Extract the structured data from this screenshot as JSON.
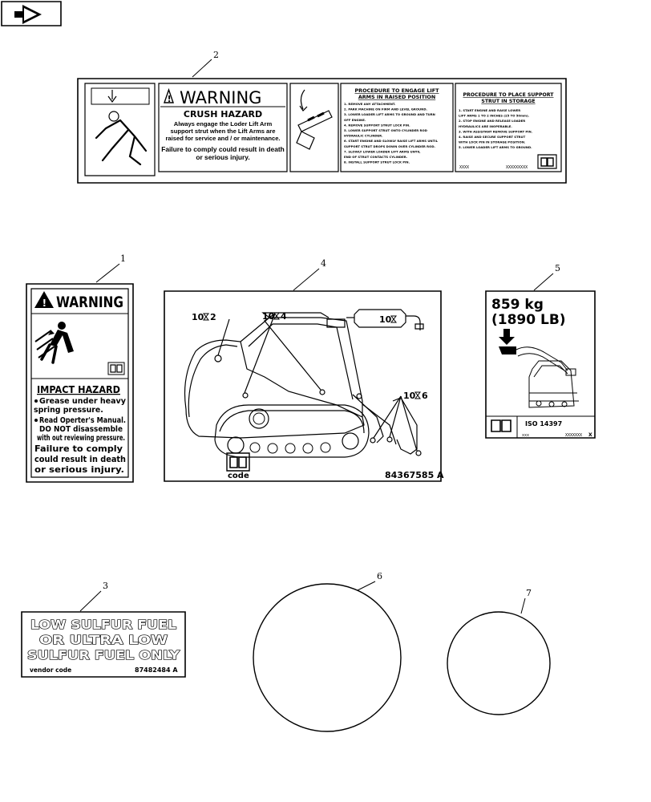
{
  "callouts": {
    "c1": "1",
    "c2": "2",
    "c3": "3",
    "c4": "4",
    "c5": "5",
    "c6": "6",
    "c7": "7"
  },
  "decal2": {
    "warning": "WARNING",
    "crush_hazard": "CRUSH HAZARD",
    "text_lines": [
      "Always engage the Loder Lift Arm",
      "support strut when the Lift Arms are",
      "raised for service and / or maintenance."
    ],
    "failure_lines": [
      "Failure to comply could result in death",
      "or serious injury."
    ],
    "panel4_title": [
      "PROCEDURE TO ENGAGE LIFT",
      "ARMS IN RAISED POSITION"
    ],
    "panel4_steps": [
      "1. REMOVE ANY ATTACHMENT.",
      "2. PARK MACHINE ON FIRM AND LEVEL GROUND.",
      "3. LOWER LOADER LIFT ARMS TO GROUND AND TURN",
      "   OFF ENGINE.",
      "4. REMOVE SUPPORT STRUT LOCK PIN.",
      "5. LOWER SUPPORT STRUT ONTO CYLINDER ROD",
      "   HYDRAULIC CYLINDER.",
      "6. START ENGINE AND SLOWLY RAISE LIFT ARMS UNTIL",
      "   SUPPORT STRUT DROPS DOWN OVER CYLINDER ROD.",
      "7. SLOWLY LOWER LOADER LIFT ARMS UNTIL",
      "   END OF STRUT CONTACTS CYLINDER.",
      "8. INSTALL SUPPORT STRUT LOCK PIN."
    ],
    "panel5_title": [
      "PROCEDURE TO PLACE SUPPORT",
      "STRUT IN STORAGE"
    ],
    "panel5_steps": [
      "1. START ENGINE AND RAISE LOWER",
      "   LIFT ARMS 1 TO 2 INCHES (25 TO 50mm).",
      "2. STOP ENGINE AND RELEASE LOADER",
      "   HYDRAULICS ARE INOPERABLE.",
      "3. WITH ASSISTANT REMOVE SUPPORT PIN.",
      "4. RAISE AND SECURE SUPPORT STRUT",
      "   WITH LOCK PIN IN STORAGE POSITION.",
      "5. LOWER LOADER LIFT ARMS TO GROUND."
    ],
    "code_left": "XXXX",
    "code_right": "XXXXXXXXX"
  },
  "decal1": {
    "warning": "WARNING",
    "impact_hazard": "IMPACT HAZARD",
    "bullet1_lines": [
      "Grease under heavy",
      "spring pressure."
    ],
    "bullet2_lines": [
      "Read Operter's Manual.",
      "DO NOT disassemble",
      "with out reviewing pressure."
    ],
    "failure_lines": [
      "Failure to comply",
      "could result in death",
      "or serious injury."
    ]
  },
  "decal4": {
    "label_a": "10",
    "label_b": "10",
    "label_c": "10",
    "label_d": "10",
    "suffix_a": "2",
    "suffix_b": "4",
    "suffix_d": "6",
    "code": "code",
    "part_number": "84367585 A"
  },
  "decal5": {
    "weight_kg": "859 kg",
    "weight_lb": "(1890 LB)",
    "iso": "ISO 14397",
    "code_left": "xxx",
    "code_right": "XXXXXXX",
    "code_end": "X"
  },
  "decal3": {
    "lines": [
      "LOW SULFUR FUEL",
      "OR ULTRA LOW",
      "SULFUR FUEL ONLY"
    ],
    "vendor": "vendor code",
    "part_number": "87482484 A"
  },
  "colors": {
    "ink": "#000000",
    "paper": "#ffffff"
  }
}
